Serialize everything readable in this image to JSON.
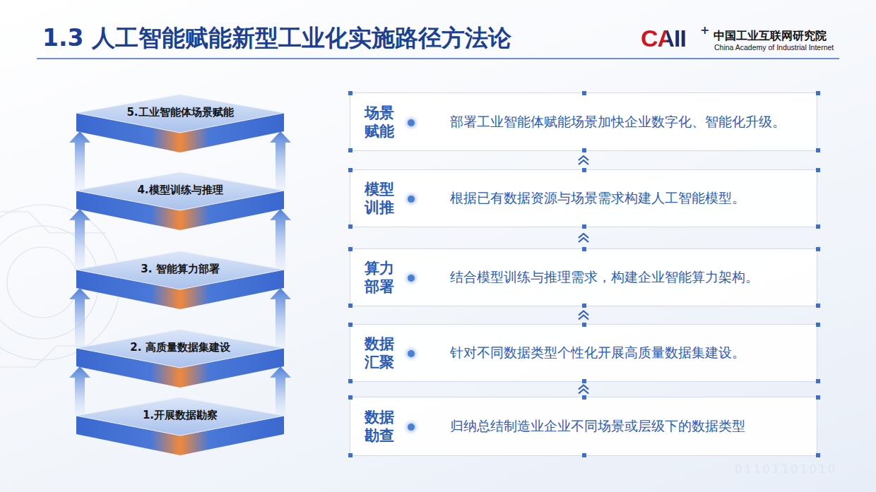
{
  "diagram": {
    "title": "1.3 人工智能赋能新型工业化实施路径方法论",
    "nodes": [
      {
        "text": [
          "5.工业智能体场景赋能"
        ]
      },
      {
        "text": [
          "4.模型训练与推理"
        ]
      },
      {
        "text": [
          "3. 智能算力部署"
        ]
      },
      {
        "text": [
          "2. 高质量数据集建设"
        ]
      },
      {
        "text": [
          "1.开展数据勘察"
        ]
      },
      {
        "text": [
          "场景 赋能",
          "部署工业智能体赋能场景加快企业数字化、智能化升级。"
        ]
      },
      {
        "text": [
          "模型 训推",
          "根据已有数据资源与场景需求构建人工智能模型。"
        ]
      },
      {
        "text": [
          "算力 部署",
          "结合模型训练与推理需求，构建企业智能算力架构。"
        ]
      },
      {
        "text": [
          "数据 汇聚",
          "针对不同数据类型个性化开展高质量数据集建设。"
        ]
      },
      {
        "text": [
          "数据 勘查",
          "归纳总结制造业企业不同场景或层级下的数据类型"
        ]
      }
    ],
    "edges": [
      {
        "from": 1,
        "to": 0,
        "arrow": "to"
      },
      {
        "from": 1,
        "to": 0,
        "arrow": "to"
      },
      {
        "from": 2,
        "to": 1,
        "arrow": "to"
      },
      {
        "from": 2,
        "to": 1,
        "arrow": "to"
      },
      {
        "from": 3,
        "to": 2,
        "arrow": "to"
      },
      {
        "from": 3,
        "to": 2,
        "arrow": "to"
      },
      {
        "from": 4,
        "to": 3,
        "arrow": "to"
      },
      {
        "from": 4,
        "to": 3,
        "arrow": "to"
      },
      {
        "from": 6,
        "to": 5,
        "arrow": "to"
      },
      {
        "from": 7,
        "to": 6,
        "arrow": "to"
      },
      {
        "from": 8,
        "to": 7,
        "arrow": "to"
      },
      {
        "from": 9,
        "to": 8,
        "arrow": "to"
      }
    ],
    "labels": [
      "CAII",
      "+",
      "中国工业互联网研究院",
      "China Academy of Industrial Internet",
      "01101101010"
    ]
  }
}
